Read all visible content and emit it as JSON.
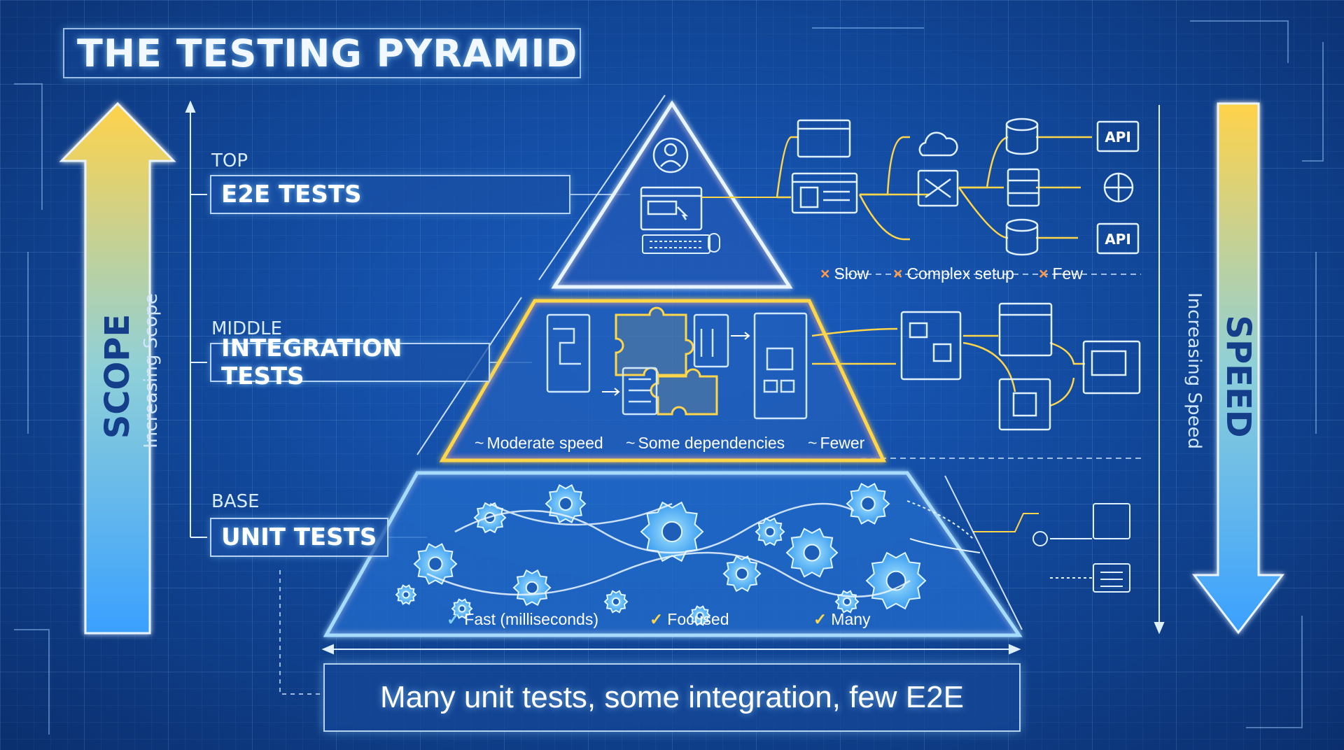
{
  "title": "THE TESTING PYRAMID",
  "left_axis": {
    "label": "SCOPE",
    "caption": "Increasing Scope"
  },
  "right_axis": {
    "label": "SPEED",
    "caption": "Increasing Speed"
  },
  "levels": [
    {
      "tag": "TOP",
      "name": "E2E TESTS",
      "properties": [
        "Slow",
        "Complex setup",
        "Few"
      ]
    },
    {
      "tag": "MIDDLE",
      "name": "INTEGRATION TESTS",
      "properties": [
        "Moderate speed",
        "Some dependencies",
        "Fewer"
      ]
    },
    {
      "tag": "BASE",
      "name": "UNIT TESTS",
      "properties": [
        "Fast (milliseconds)",
        "Focused",
        "Many"
      ]
    }
  ],
  "flow_labels": {
    "api_top": "API",
    "api_bottom": "API"
  },
  "summary": "Many unit tests, some integration, few E2E",
  "icons": {
    "x_mark": "×",
    "tilde_mark": "~",
    "check_mark": "✓"
  },
  "colors": {
    "background": "#124a9e",
    "accent_yellow": "#ffd54a",
    "accent_blue": "#6cc8ff",
    "line_light": "#e0f0ff",
    "x_mark": "#ff9a4a"
  }
}
